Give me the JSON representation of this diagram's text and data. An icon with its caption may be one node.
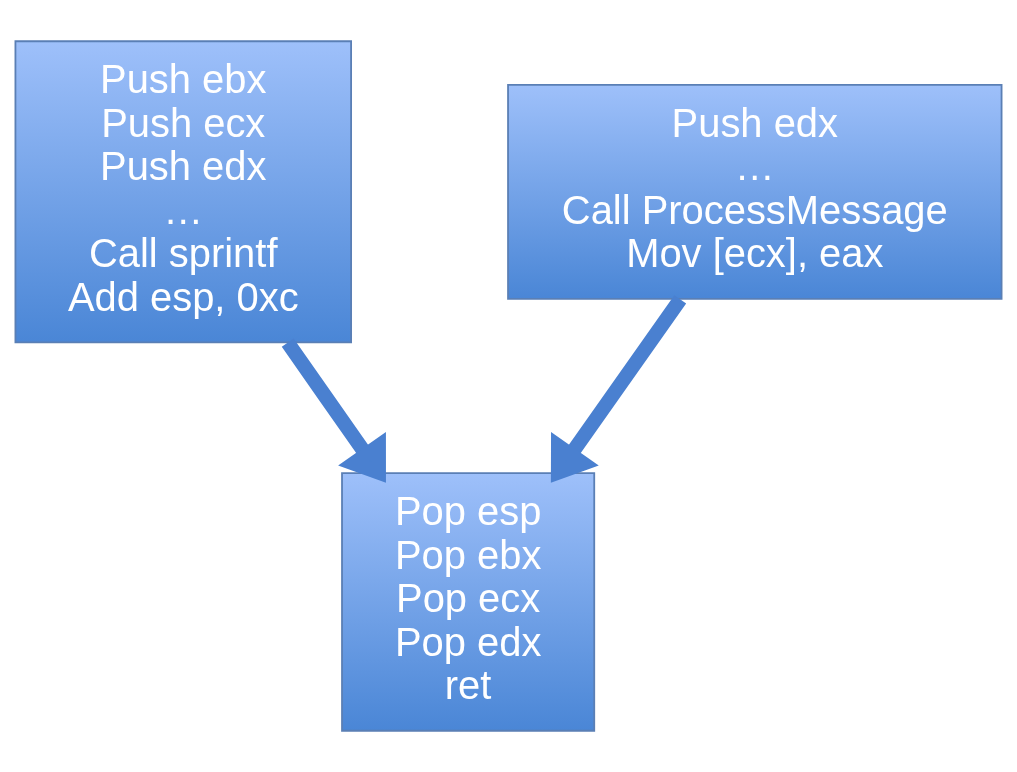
{
  "diagram": {
    "nodes": [
      {
        "text": [
          "Push ebx",
          "Push ecx",
          "Push edx",
          "…",
          "Call sprintf",
          "Add esp, 0xc"
        ]
      },
      {
        "text": [
          "Push edx",
          "…",
          "Call ProcessMessage",
          "Mov [ecx], eax"
        ]
      },
      {
        "text": [
          "Pop esp",
          "Pop ebx",
          "Pop ecx",
          "Pop edx",
          "ret"
        ]
      }
    ],
    "edges": [
      {
        "from": 0,
        "to": 2,
        "arrow": "to"
      },
      {
        "from": 1,
        "to": 2,
        "arrow": "to"
      }
    ]
  }
}
